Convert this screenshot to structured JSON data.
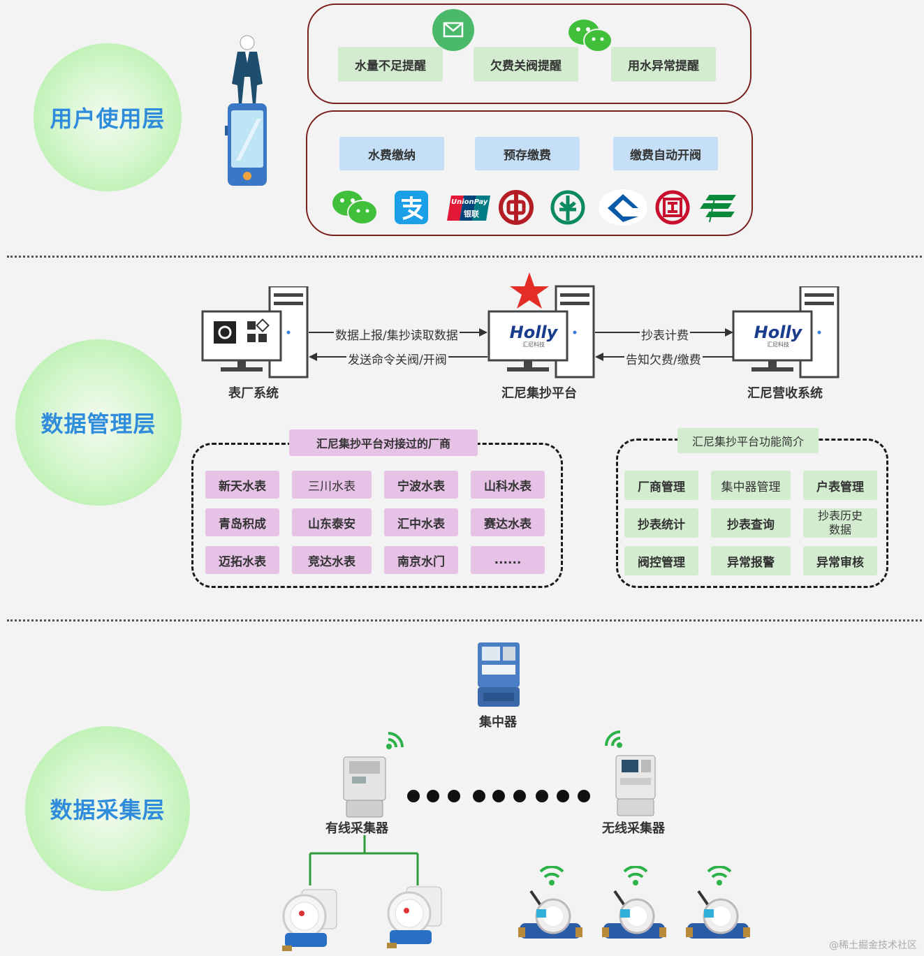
{
  "layers": {
    "user": "用户使用层",
    "data_mgmt": "数据管理层",
    "data_collect": "数据采集层"
  },
  "reminders": [
    "水量不足提醒",
    "欠费关阀提醒",
    "用水异常提醒"
  ],
  "payments": [
    "水费缴纳",
    "预存缴费",
    "缴费自动开阀"
  ],
  "unionpay": {
    "top": "UnionPay",
    "bottom": "银联"
  },
  "systems": {
    "factory": "表厂系统",
    "platform": "汇尼集抄平台",
    "billing": "汇尼营收系统",
    "logo": "Holly",
    "logo_sub": "汇尼科技"
  },
  "arrows": {
    "report": "数据上报/集抄读取数据",
    "command": "发送命令关阀/开阀",
    "billing": "抄表计费",
    "notify": "告知欠费/缴费"
  },
  "manufacturers": {
    "title": "汇尼集抄平台对接过的厂商",
    "items": [
      "新天水表",
      "三川水表",
      "宁波水表",
      "山科水表",
      "青岛积成",
      "山东泰安",
      "汇中水表",
      "赛达水表",
      "迈拓水表",
      "竞达水表",
      "南京水门",
      "......"
    ]
  },
  "functions": {
    "title": "汇尼集抄平台功能简介",
    "items": [
      "厂商管理",
      "集中器管理",
      "户表管理",
      "抄表统计",
      "抄表查询",
      "抄表历史数据",
      "阀控管理",
      "异常报警",
      "异常审核"
    ]
  },
  "devices": {
    "concentrator": "集中器",
    "wired": "有线采集器",
    "wireless": "无线采集器"
  },
  "watermark": "@稀土掘金技术社区",
  "colors": {
    "circle_text": "#2f8cdc",
    "frame": "#7a1e1e",
    "green_pill": "#d3ecd0",
    "blue_pill": "#c5dff6",
    "purple_pill": "#e6c2e6"
  }
}
